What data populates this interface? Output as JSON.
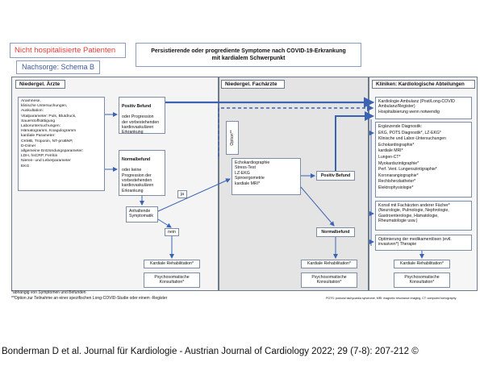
{
  "titles": {
    "not_hospitalized": "Nicht hospitalisierte Patienten",
    "followup": "Nachsorge: Schema B",
    "main": "Persistierende oder progrediente Symptome nach COVID-19-Erkrankung\nmit kardialem Schwerpunkt"
  },
  "columns": {
    "gp": "Niedergel. Ärzte",
    "cardio": "Niedergel. Fachärzte",
    "clinic": "Kliniken: Kardiologische Abteilungen"
  },
  "gp": {
    "workup": "Anamnese,\nklinische Untersuchungen,\nAuskultation:\nVitalparameter: Puls, Blutdruck,\nSauerstoffsättigung\nLaboruntersuchungen:\n      Hämatogramm, Koagulogramm\n      kardiale Parameter:\n            CKMB, Troponin, NT-proBNP,\n            D-Dimer\n      allgemeine Entzündungsparameter:\n            LDH, hsCRP, Ferritin\n            Nieren- und Leberparameter\nEKG",
    "positive_title": "Positiv Befund",
    "positive_text": "oder Progression\nder vorbestehenden\nkardiovaskulären\nErkrankung",
    "normal_title": "Normalbefund",
    "normal_text": "oder keine\nProgression der\nvorbestehenden\nkardiovaskulären\nErkrankung",
    "persistent": "Anhaltende\nSymptomatik",
    "yes": "ja",
    "no": "nein",
    "rehab": "Kardiale Rehabilitation*",
    "psycho": "Psychosomatische\nKonsultation*"
  },
  "cardio": {
    "option": "Option**",
    "tests": "Echokardiographie\nStress-Test\nLZ-EKG\nSpiroergometrie\nkardiale MRI*",
    "positive": "Positiv Befund",
    "normal": "Normalbefund",
    "rehab": "Kardiale Rehabilitation*",
    "psycho": "Psychosomatische\nKonsultation*"
  },
  "clinic": {
    "ambulance": "Kardiologie Ambulanz (Post/Long-COVID\nAmbulanz/Register)\nHospitalisierung wenn notwendig",
    "diagnostics": "Ergänzende Diagnostik:\nEKG, POTS Diagnostik*, LZ-EKG*\nKlinische und Labor-Untersuchungen\nEchokardiographie*\nkardiale MRI*\nLungen-CT*\nMyokardszintigraphie*\nPerf. Vent. Lungenszintigraphie*\nKoronarangiographie*\nRechtsherzkatheter*\nElektrophysiologie*",
    "consult": "Konsil mit Fachärzten anderer Fächer*\n(Neurologie, Pulmologie, Nephrologie,\nGastroenterologie, Hämatologie,\nRheumatologie usw.)",
    "optimize": "Optimierung der medikamentösen (evtl.\ninvasiven*) Therapie",
    "rehab": "Kardiale Rehabilitation*",
    "psycho": "Psychosomatische\nKonsultation*"
  },
  "footnotes": {
    "left": "*abhängig von Symptomen und Befunden\n**Option zur Teilnahme an einer spezifischen Long-COVID-Studie oder einem -Register",
    "right": "POTS: postural tachycardia syndrome, MRI: magnetic resonance imaging, CT: computed tomography."
  },
  "citation": "Bonderman D et al. Journal für Kardiologie - Austrian Journal of Cardiology 2022; 29 (7-8): 207-212 ©",
  "colors": {
    "arrow": "#3a63b3",
    "panel_gp": "#f4f4f4",
    "panel_cardio": "#e4e4e4",
    "panel_clinic": "#f6f6f6",
    "title_red": "#e63a3a",
    "title_blue": "#3b5998"
  }
}
